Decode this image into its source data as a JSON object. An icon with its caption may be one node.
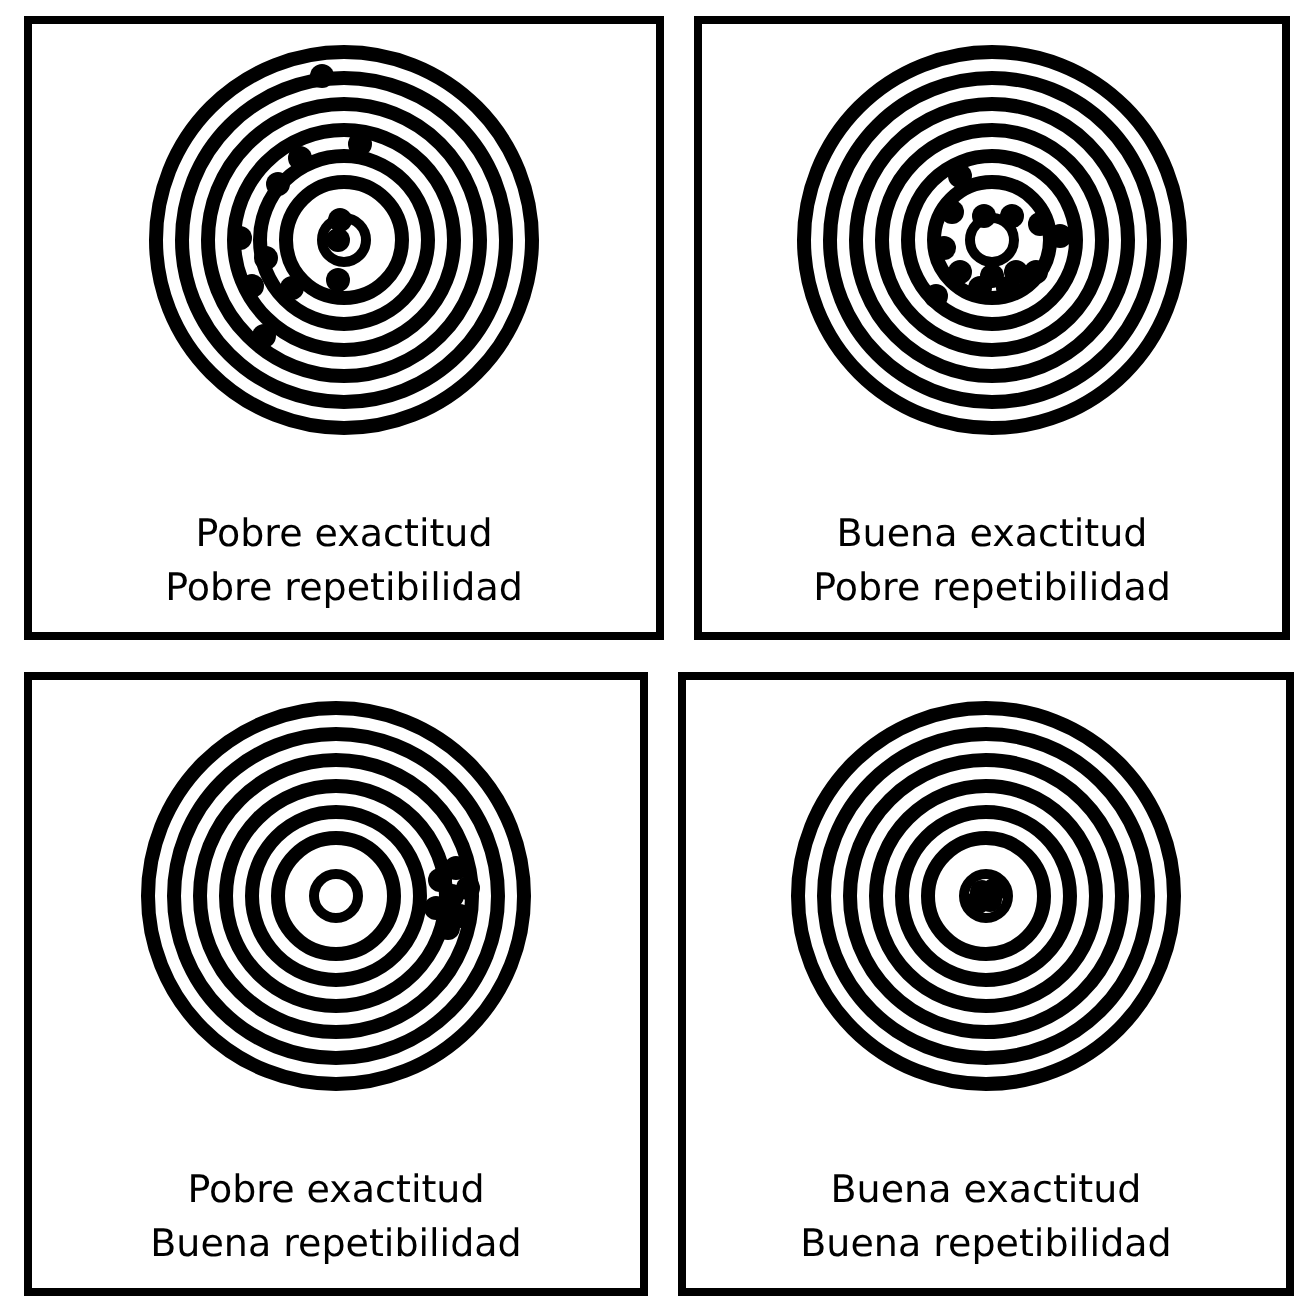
{
  "diagram": {
    "nodes": [
      {
        "text": [
          "Pobre exactitud",
          "Pobre repetibilidad"
        ]
      },
      {
        "text": [
          "Buena exactitud",
          "Pobre repetibilidad"
        ]
      },
      {
        "text": [
          "Pobre exactitud",
          "Buena repetibilidad"
        ]
      },
      {
        "text": [
          "Buena exactitud",
          "Buena repetibilidad"
        ]
      }
    ]
  }
}
